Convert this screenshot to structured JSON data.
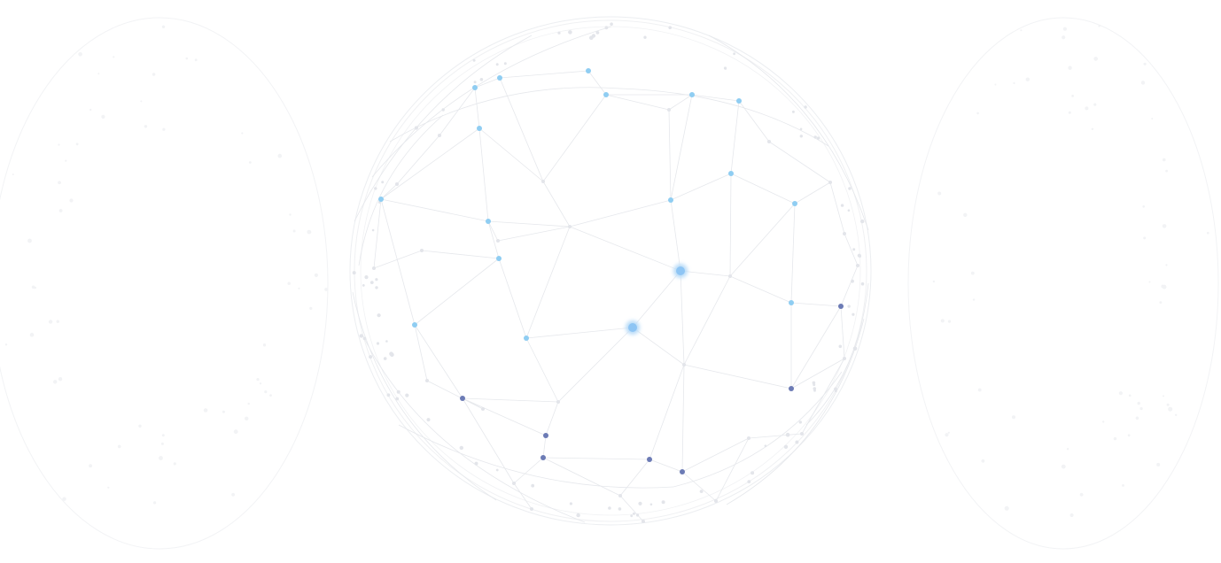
{
  "scene": {
    "colors": {
      "background": "#ffffff",
      "mesh_line": "#e6e8ec",
      "mesh_node": "#e3e5ea",
      "light_node": "#8fcdf2",
      "dark_node": "#6c7bb5",
      "glow_node": "#8ec5f4",
      "side_sphere": "#f2f3f5"
    },
    "node_groups": [
      "light-blue",
      "dark-blue",
      "glowing"
    ]
  }
}
